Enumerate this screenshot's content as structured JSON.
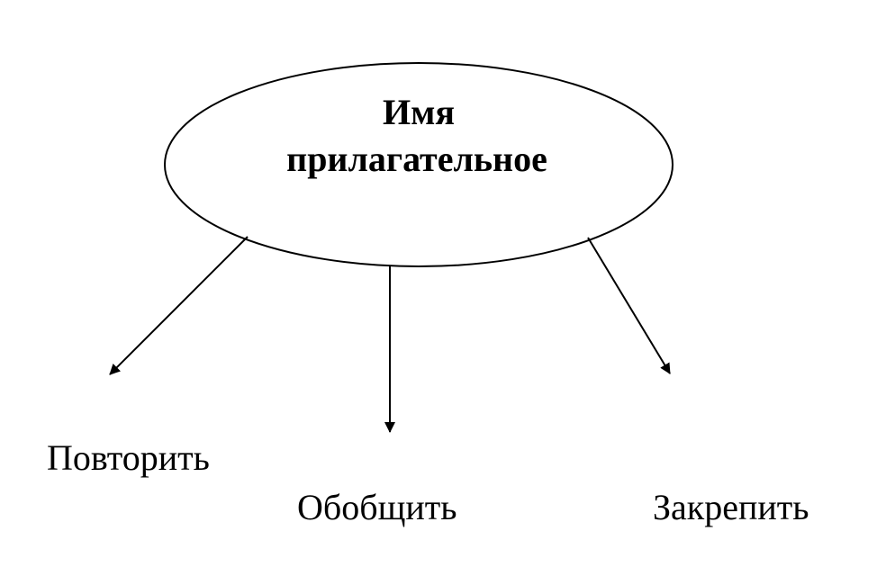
{
  "diagram": {
    "center": {
      "line1": "Имя",
      "line2": "прилагательное"
    },
    "branches": [
      {
        "label": "Повторить"
      },
      {
        "label": "Обобщить"
      },
      {
        "label": "Закрепить"
      }
    ]
  },
  "colors": {
    "stroke": "#000000",
    "background": "#ffffff"
  }
}
